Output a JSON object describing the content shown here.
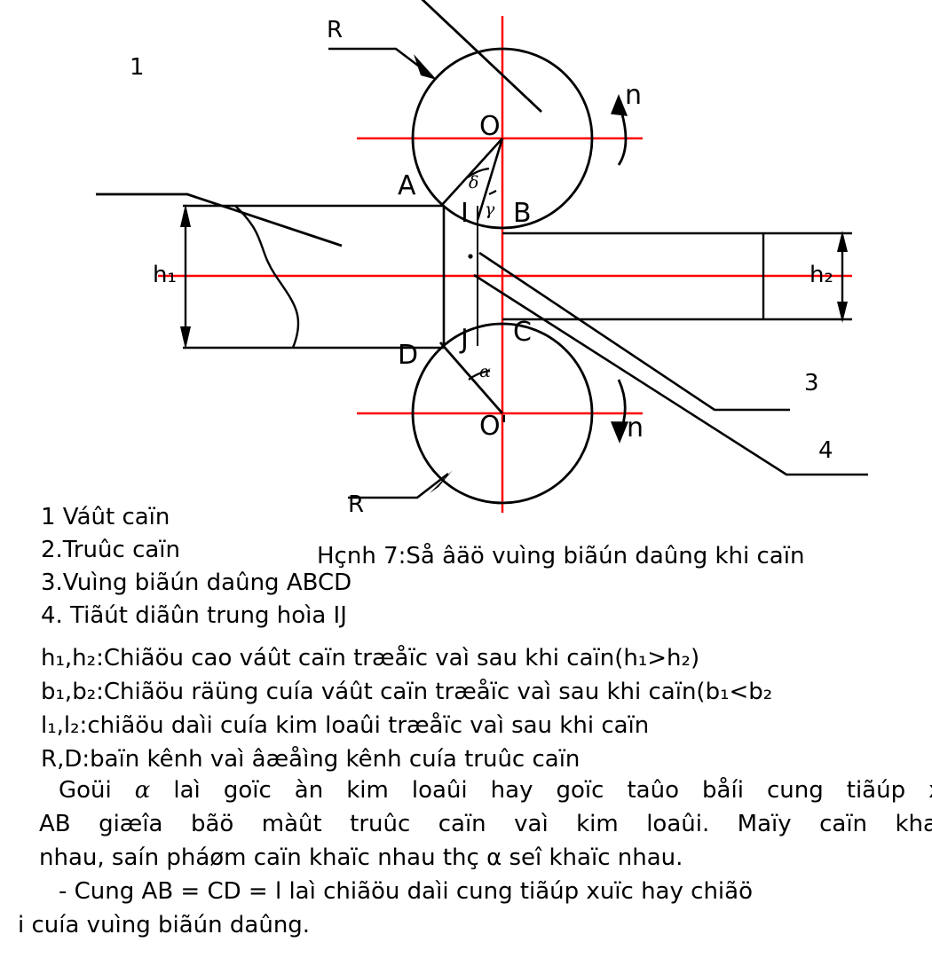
{
  "figure": {
    "colors": {
      "outline": "#000000",
      "centerline": "#ff0000",
      "background": "#ffffff"
    },
    "callouts": {
      "item1": "1",
      "item3": "3",
      "item4": "4",
      "radius_top": "R",
      "radius_bottom": "R"
    },
    "points": {
      "center_top": "O",
      "center_bottom": "O'",
      "a": "A",
      "b": "B",
      "c": "C",
      "d": "D",
      "i": "I",
      "j": "J"
    },
    "angles": {
      "delta": "δ",
      "gamma": "γ",
      "alpha": "α"
    },
    "rotation": {
      "top": "n",
      "bottom": "n"
    },
    "dimensions": {
      "height_in": "h₁",
      "height_out": "h₂"
    }
  },
  "legend": {
    "items": [
      "1 Váût caïn",
      "2.Truûc caïn",
      "3.Vuìng biãún daûng ABCD",
      "4. Tiãút diãûn trung hoìa IJ"
    ]
  },
  "caption": "Hçnh 7:Så âäö vuìng biãún daûng khi caïn",
  "definitions": [
    {
      "symbols": "h",
      "sub1": "1",
      "sub2": "2",
      "text_before": ",h",
      "body": ":Chiãöu cao váût caïn træåïc vaì sau khi caïn(h",
      "rel": ">h",
      "tail": ")",
      "full": "h₁,h₂:Chiãöu cao váût caïn træåïc vaì sau khi caïn(h₁>h₂)"
    },
    {
      "full": "b₁,b₂:Chiãöu räüng cuía váût caïn træåïc vaì sau khi caïn(b₁<b₂"
    },
    {
      "full": "l₁,l₂:chiãöu daìi cuía kim loaûi træåïc vaì sau khi caïn"
    },
    {
      "full": "R,D:baïn kênh vaì âæåìng kênh cuía truûc caïn"
    }
  ],
  "paragraph": {
    "line1_words": [
      "Goüi",
      "α",
      "laì",
      "goïc",
      "àn",
      "kim",
      "loaûi",
      "hay",
      "goïc",
      "taûo",
      "båíi",
      "cung",
      "tiãúp",
      "xu"
    ],
    "line2_words": [
      "AB",
      "giæîa",
      "bãö",
      "màût",
      "truûc",
      "caïn",
      "vaì",
      "kim",
      "loaûi.",
      "Maïy",
      "caïn",
      "kha"
    ],
    "line3": "nhau, saín pháøm caïn khaïc nhau thç α seî khaïc nhau.",
    "line4": "- Cung AB = CD = l laì chiãöu daìi cung tiãúp xuïc hay chiãö",
    "line5": "i cuía vuìng biãún daûng."
  }
}
